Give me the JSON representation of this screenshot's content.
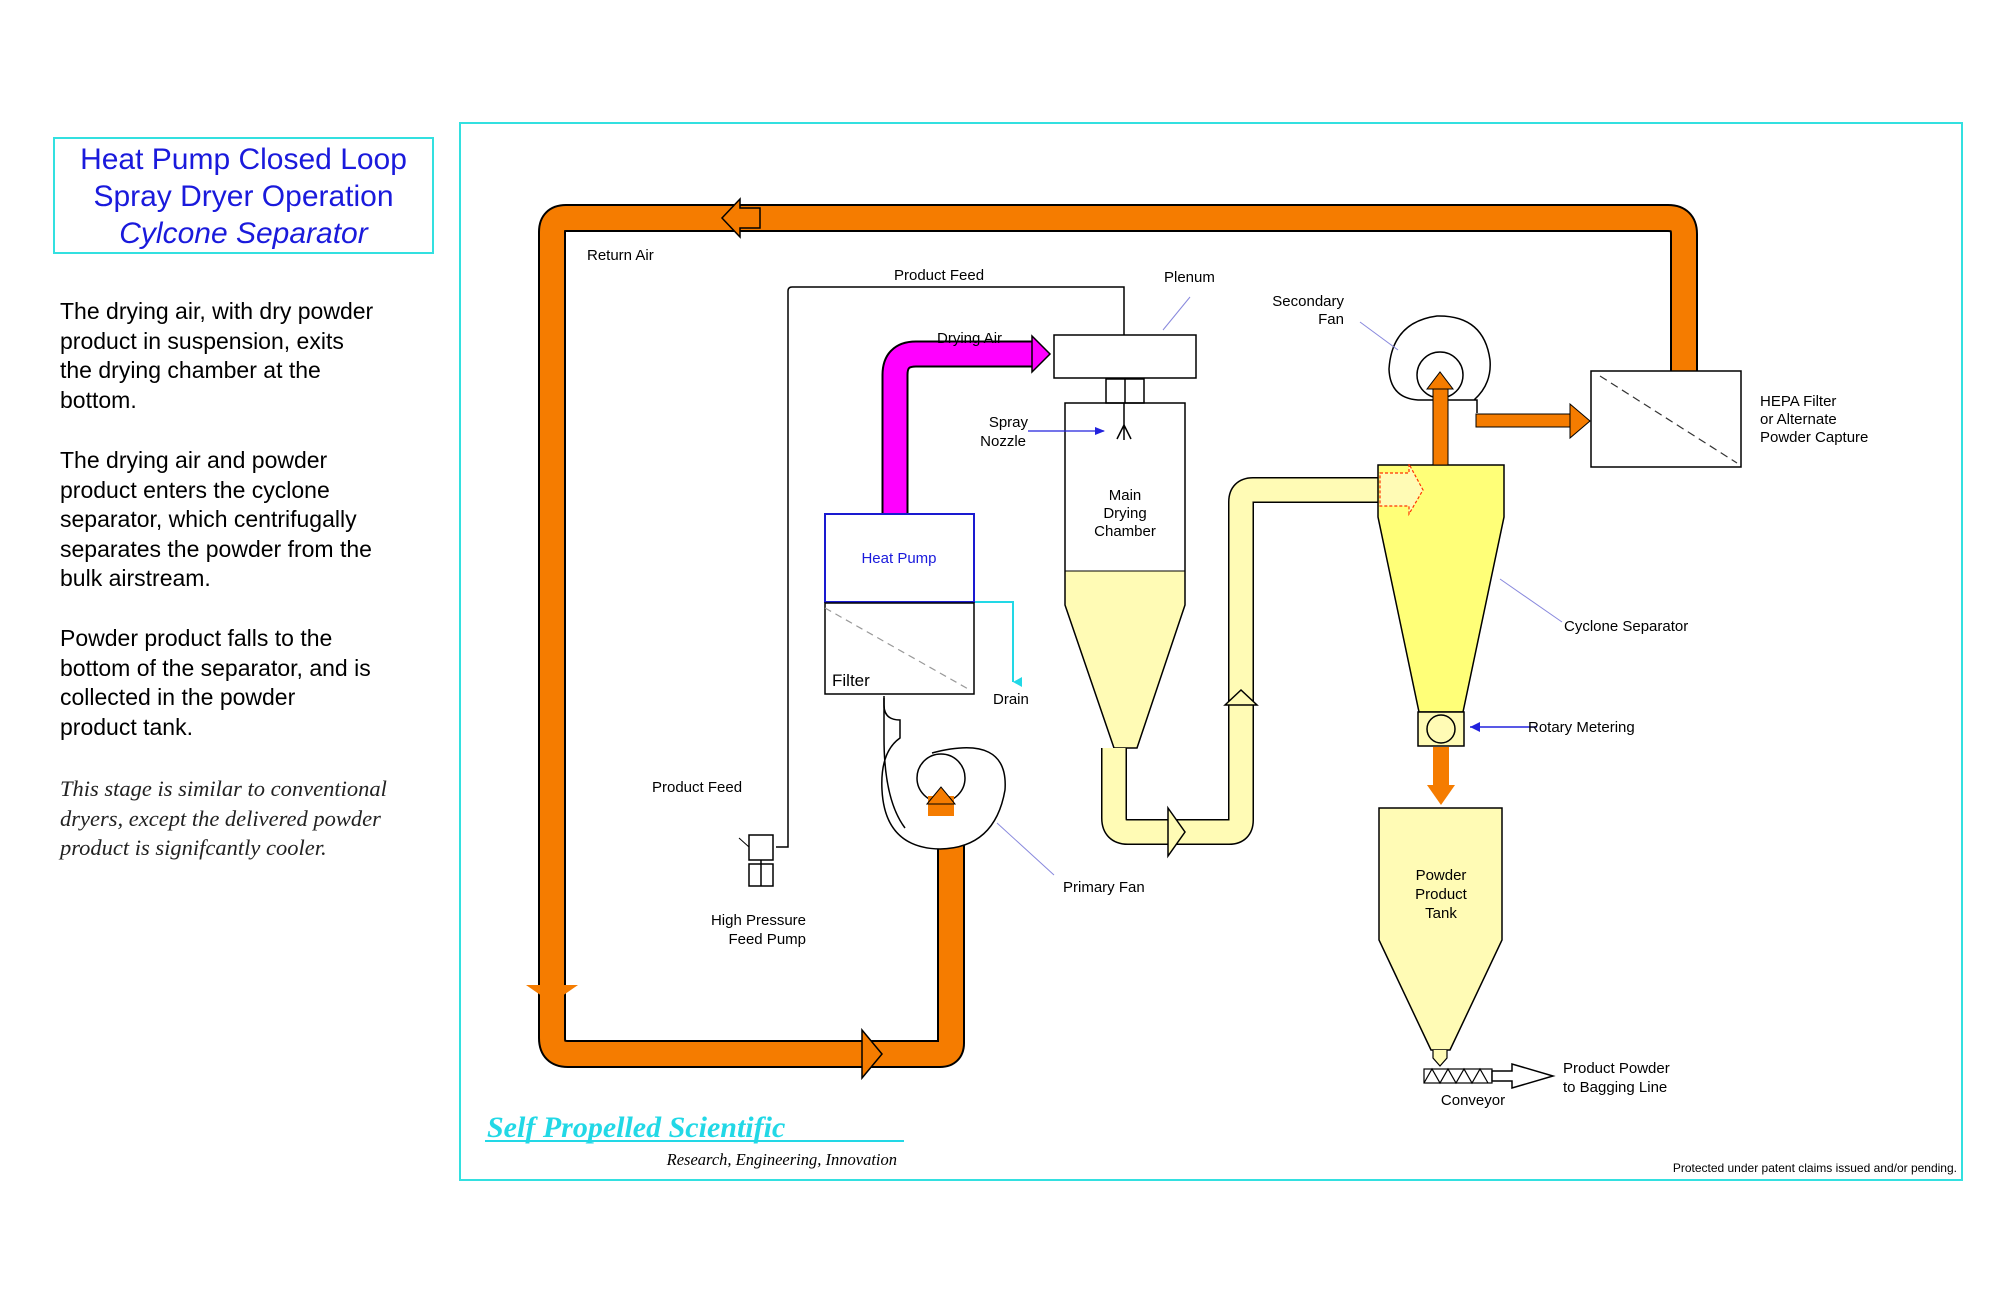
{
  "title": {
    "line1": "Heat Pump Closed Loop",
    "line2": "Spray Dryer Operation",
    "line3": "Cylcone Separator"
  },
  "description": {
    "para1": [
      "The drying air, with dry powder",
      "product in suspension, exits",
      "the drying chamber at the",
      "bottom."
    ],
    "para2": [
      "The drying air and powder",
      "product enters the cyclone",
      "separator, which centrifugally",
      "separates the powder from the",
      "bulk airstream."
    ],
    "para3": [
      "Powder product falls to the",
      "bottom of the separator, and is",
      "collected in the powder",
      "product tank."
    ],
    "note": [
      "This stage is similar to conventional",
      "dryers, except the delivered powder",
      "product is signifcantly cooler."
    ]
  },
  "diagram": {
    "labels": {
      "return_air": "Return Air",
      "product_feed_top": "Product Feed",
      "plenum": "Plenum",
      "drying_air": "Drying Air",
      "spray_nozzle": [
        "Spray",
        "Nozzle"
      ],
      "main_drying_chamber": [
        "Main",
        "Drying",
        "Chamber"
      ],
      "heat_pump": "Heat Pump",
      "filter": "Filter",
      "drain": "Drain",
      "product_feed_left": "Product Feed",
      "high_pressure_feed_pump": [
        "High Pressure",
        "Feed Pump"
      ],
      "primary_fan": "Primary Fan",
      "secondary_fan": [
        "Secondary",
        "Fan"
      ],
      "hepa_filter": [
        "HEPA Filter",
        "or Alternate",
        "Powder Capture"
      ],
      "cyclone_separator": "Cyclone Separator",
      "rotary_metering": "Rotary Metering",
      "powder_product_tank": [
        "Powder",
        "Product",
        "Tank"
      ],
      "product_powder": [
        "Product Powder",
        "to Bagging Line"
      ],
      "conveyor": "Conveyor"
    },
    "colors": {
      "return_air": "#f57c00",
      "drying_air": "#ff00ff",
      "chamber_fill": "#fffbb5",
      "cyclone_fill": "#ffff78",
      "frame": "#33e0e0",
      "heat_pump_border": "#1a1ad0",
      "drain_line": "#22d8e6",
      "pointer": "#2222dd"
    }
  },
  "footer": {
    "brand": "Self Propelled Scientific",
    "tagline": "Research,  Engineering,  Innovation",
    "patent": "Protected under patent claims issued and/or pending."
  }
}
